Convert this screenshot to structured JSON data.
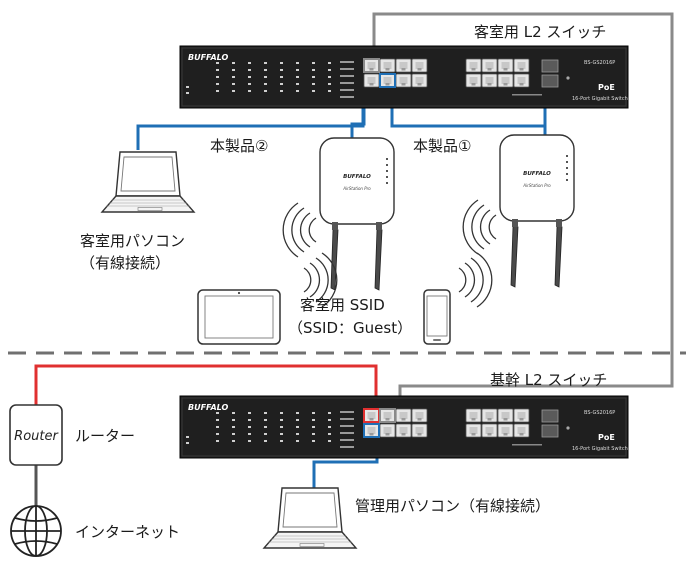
{
  "labels": {
    "guest_switch": "客室用 L2 スイッチ",
    "core_switch": "基幹 L2 スイッチ",
    "product2": "本製品②",
    "product1": "本製品①",
    "guest_pc_line1": "客室用パソコン",
    "guest_pc_line2": "（有線接続）",
    "ssid_line1": "客室用 SSID",
    "ssid_line2": "（SSID：Guest）",
    "router_box": "Router",
    "router_label": "ルーター",
    "internet_label": "インターネット",
    "admin_pc": "管理用パソコン（有線接続）"
  },
  "switch_panel": {
    "brand": "BUFFALO",
    "model": "BS-GS2016P",
    "poe": "PoE",
    "subtitle": "16-Port Gigabit Switch"
  },
  "ap_panel": {
    "brand": "BUFFALO",
    "product": "AirStation Pro"
  },
  "colors": {
    "gray_cable": "#8a8a8a",
    "blue_cable": "#1f6fb5",
    "red_cable": "#e03030",
    "switch_body": "#1f1f1f"
  }
}
